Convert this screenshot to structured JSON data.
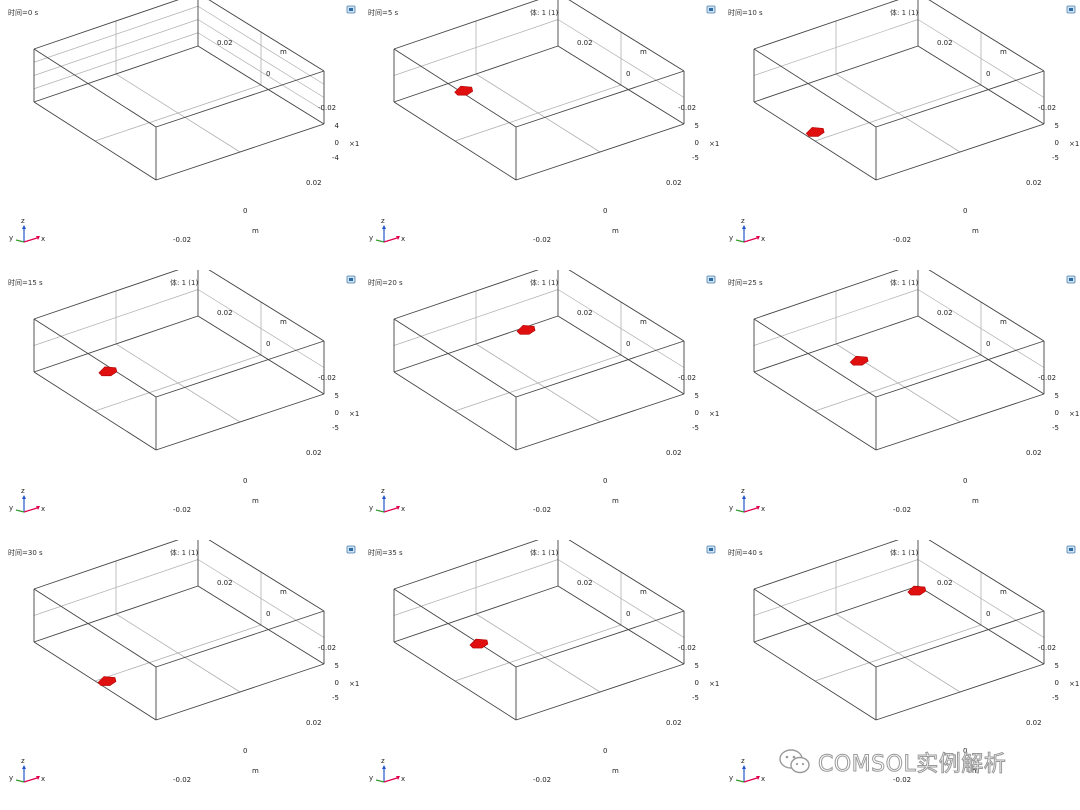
{
  "panels": [
    {
      "time_label": "时间=0 s",
      "subtitle": "",
      "z_ticks": [
        "4",
        "0",
        "-4"
      ],
      "blob": null
    },
    {
      "time_label": "时间=5 s",
      "subtitle": "体: 1 (1)",
      "z_ticks": [
        "5",
        "0",
        "-5"
      ],
      "blob": {
        "u": 0.35,
        "v": 0.1
      }
    },
    {
      "time_label": "时间=10 s",
      "subtitle": "体: 1 (1)",
      "z_ticks": [
        "5",
        "0",
        "-5"
      ],
      "blob": {
        "u": 0.06,
        "v": 0.42
      }
    },
    {
      "time_label": "时间=15 s",
      "subtitle": "体: 1 (1)",
      "z_ticks": [
        "5",
        "0",
        "-5"
      ],
      "blob": {
        "u": 0.3,
        "v": 0.2
      }
    },
    {
      "time_label": "时间=20 s",
      "subtitle": "体: 1 (1)",
      "z_ticks": [
        "5",
        "0",
        "-5"
      ],
      "blob": {
        "u": 0.79,
        "v": 0.02
      }
    },
    {
      "time_label": "时间=25 s",
      "subtitle": "体: 1 (1)",
      "z_ticks": [
        "5",
        "0",
        "-5"
      ],
      "blob": {
        "u": 0.49,
        "v": 0.2
      }
    },
    {
      "time_label": "时间=30 s",
      "subtitle": "体: 1 (1)",
      "z_ticks": [
        "5",
        "0",
        "-5"
      ],
      "blob": {
        "u": 0.05,
        "v": 0.53
      }
    },
    {
      "time_label": "时间=35 s",
      "subtitle": "体: 1 (1)",
      "z_ticks": [
        "5",
        "0",
        "-5"
      ],
      "blob": {
        "u": 0.33,
        "v": 0.25
      }
    },
    {
      "time_label": "时间=40 s",
      "subtitle": "体: 1 (1)",
      "z_ticks": [
        "5",
        "0",
        "-5"
      ],
      "blob": {
        "u": 0.97,
        "v": 0.03
      }
    }
  ],
  "axis_ticks": {
    "x_pos": "0.02",
    "x_mid": "0",
    "x_neg": "-0.02",
    "y_pos": "0.02",
    "y_mid": "0",
    "y_neg": "-0.02"
  },
  "unit_label": "m",
  "z_unit_label": "×1",
  "triad_labels": {
    "x": "x",
    "y": "y",
    "z": "z"
  },
  "colors": {
    "box_edge": "#444444",
    "grid": "#b0b0b0",
    "blob": "#e01010",
    "triad_x": "#e0004a",
    "triad_y": "#2f9e2f",
    "triad_z": "#2255cc"
  },
  "icon_names": {
    "panel_icon": "camera-icon",
    "watermark_icon": "wechat-icon"
  },
  "watermark_text": "COMSOL实例解析"
}
